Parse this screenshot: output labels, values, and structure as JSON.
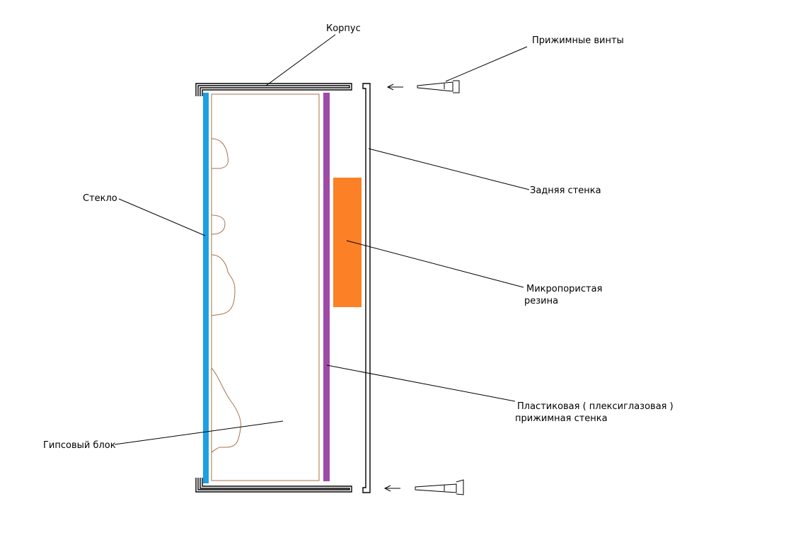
{
  "labels": {
    "housing": "Корпус",
    "screws": "Прижимные винты",
    "back_wall": "Задняя стенка",
    "glass": "Стекло",
    "foam_line1": "Микропористая",
    "foam_line2": "резина",
    "plastic_line1": "Пластиковая ( плексиглазовая )",
    "plastic_line2": "прижимная стенка",
    "gypsum": "Гипсовый блок"
  },
  "colors": {
    "glass": "#1ba0e2",
    "plastic": "#9e4aa8",
    "foam": "#fc8126",
    "gypsum_edge": "#a8724a",
    "ink": "#000000"
  }
}
